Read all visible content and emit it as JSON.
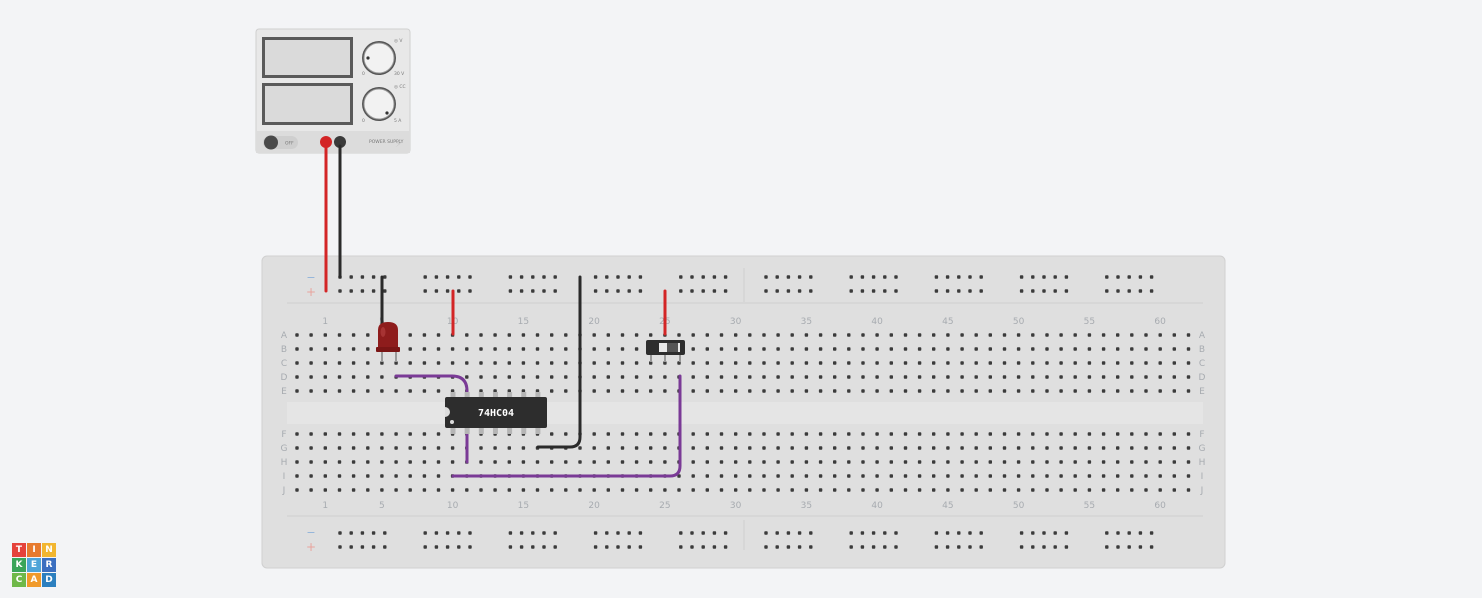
{
  "psu": {
    "voltage_display": "",
    "current_display": "",
    "voltage_knob_min": "0",
    "voltage_knob_max": "30 V",
    "current_knob_min": "0",
    "current_knob_max": "5 A",
    "voltage_knob_label": "◎ V",
    "current_knob_label": "◎ CC",
    "power_switch": "OFF",
    "brand_label": "POWER SUPPLY"
  },
  "breadboard": {
    "column_ticks": [
      "1",
      "5",
      "10",
      "15",
      "20",
      "25",
      "30",
      "35",
      "40",
      "45",
      "50",
      "55",
      "60"
    ],
    "rows_top": [
      "A",
      "B",
      "C",
      "D",
      "E"
    ],
    "rows_bottom": [
      "F",
      "G",
      "H",
      "I",
      "J"
    ],
    "rail_minus": "−",
    "rail_plus": "+"
  },
  "chip": {
    "label": "74HC04"
  },
  "colors": {
    "wire_red": "#d32526",
    "wire_black": "#2a2a2a",
    "wire_purple": "#7a3a96",
    "led": "#8e1c1c",
    "board": "#dfdfdf",
    "hole": "#3b3b3b"
  },
  "logo": {
    "letters": [
      "T",
      "I",
      "N",
      "K",
      "E",
      "R",
      "C",
      "A",
      "D"
    ],
    "colors": [
      "#e5423b",
      "#e77a2e",
      "#f2b630",
      "#3ba55a",
      "#4fa4d8",
      "#3b6fc0",
      "#6fb849",
      "#f09a2b",
      "#2c7fbf"
    ]
  }
}
